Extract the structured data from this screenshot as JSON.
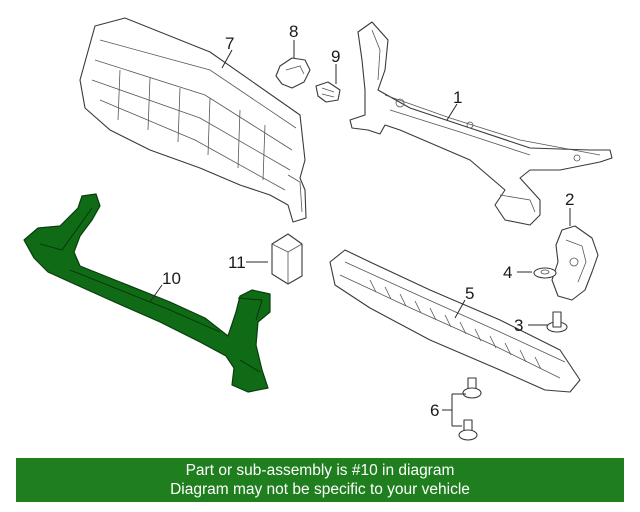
{
  "callouts": {
    "c1": "1",
    "c2": "2",
    "c3": "3",
    "c4": "4",
    "c5": "5",
    "c6": "6",
    "c7": "7",
    "c8": "8",
    "c9": "9",
    "c10": "10",
    "c11": "11"
  },
  "banner": {
    "line1": "Part or sub-assembly is #10 in diagram",
    "line2": "Diagram may not be specific to your vehicle"
  },
  "colors": {
    "highlight": "#0f6b16",
    "banner_bg": "#1f7f1f",
    "banner_text": "#ffffff"
  }
}
